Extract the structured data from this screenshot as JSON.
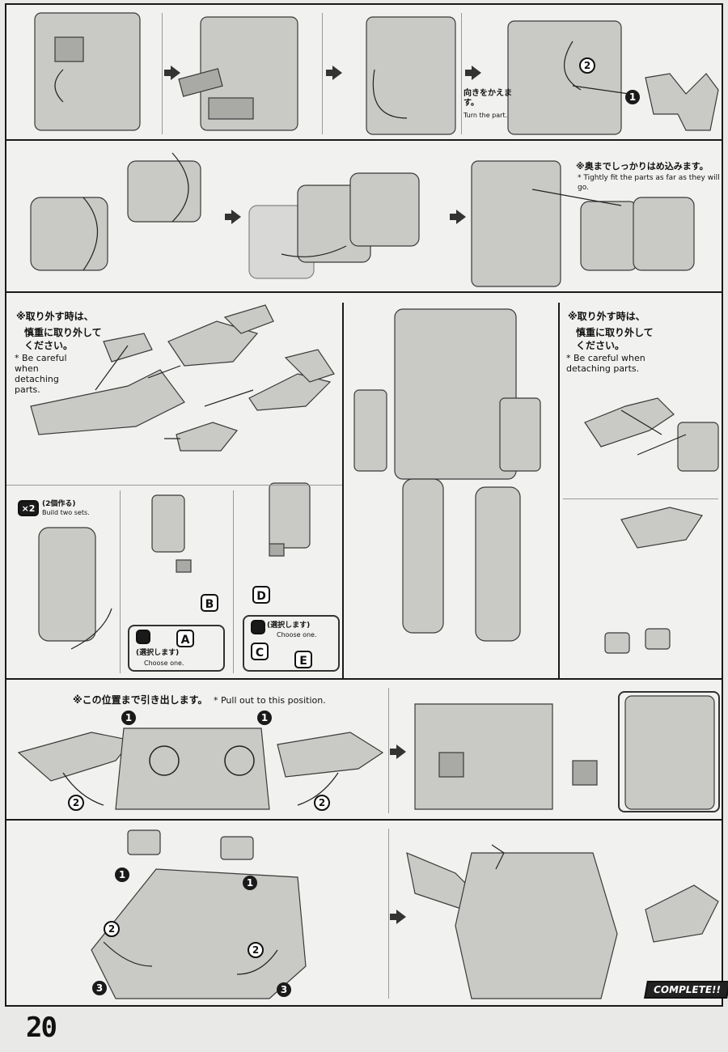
{
  "page_number": "20",
  "complete_label": "COMPLETE!!",
  "notes": {
    "turn_part_jp": "向きをかえます。",
    "turn_part_en": "Turn the part.",
    "fit_parts_jp": "※奥までしっかりはめ込みます。",
    "fit_parts_en": "* Tightly fit the parts as far as they will go.",
    "detach_left_jp_1": "※取り外す時は、",
    "detach_left_jp_2": "慎重に取り外して",
    "detach_left_jp_3": "ください。",
    "detach_left_en": "* Be careful when detaching parts.",
    "detach_right_jp_1": "※取り外す時は、",
    "detach_right_jp_2": "慎重に取り外して",
    "detach_right_jp_3": "ください。",
    "detach_right_en": "* Be careful when detaching parts.",
    "build_two_multiplier": "×2",
    "build_two_jp": "(2個作る)",
    "build_two_en": "Build two sets.",
    "choose_left_jp": "(選択します)",
    "choose_left_en": "Choose one.",
    "choose_right_jp": "(選択します)",
    "choose_right_en": "Choose one.",
    "pull_out_jp": "※この位置まで引き出します。",
    "pull_out_en": "* Pull out to this position."
  },
  "option_labels": {
    "a": "A",
    "b": "B",
    "c": "C",
    "d": "D",
    "e": "E"
  },
  "step_numbers": [
    "1",
    "2",
    "3"
  ]
}
